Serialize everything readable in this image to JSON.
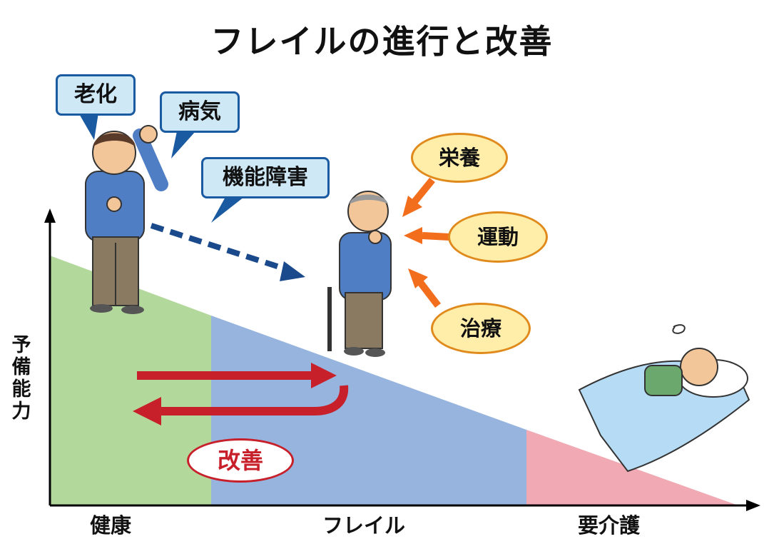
{
  "title": "フレイルの進行と改善",
  "y_axis_label": "予備能力",
  "stages": [
    "健康",
    "フレイル",
    "要介護"
  ],
  "causes": [
    "老化",
    "病気",
    "機能障害"
  ],
  "interventions": [
    "栄養",
    "運動",
    "治療"
  ],
  "improvement_label": "改善",
  "colors": {
    "healthy": "#b3d89c",
    "frailty": "#96b4de",
    "care": "#f1a9b4",
    "arrow_red": "#c8202a",
    "arrow_blue": "#1a4a8c",
    "bubble_fill": "#cfe8f6",
    "oval_fill": "#ffeeaa"
  }
}
